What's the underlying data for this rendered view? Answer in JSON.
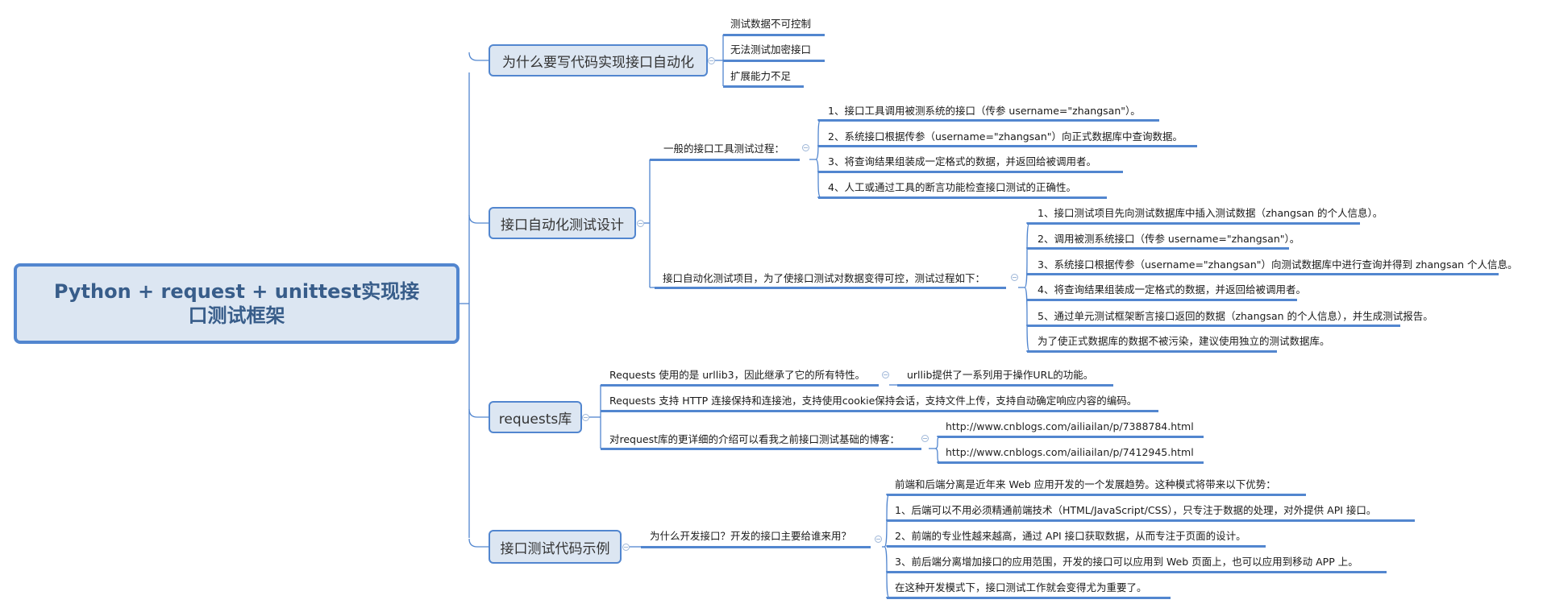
{
  "root": {
    "title": "Python + request + unittest实现接口测试框架"
  },
  "colors": {
    "line": "#5286cf",
    "topic_fill": "#dce6f2",
    "root_text": "#385d8a"
  },
  "branches": [
    {
      "label": "为什么要写代码实现接口自动化",
      "children": [
        {
          "label": "测试数据不可控制"
        },
        {
          "label": "无法测试加密接口"
        },
        {
          "label": "扩展能力不足"
        }
      ]
    },
    {
      "label": "接口自动化测试设计",
      "children": [
        {
          "label": "一般的接口工具测试过程：",
          "children": [
            {
              "label": "1、接口工具调用被测系统的接口（传参 username=\"zhangsan\"）。"
            },
            {
              "label": "2、系统接口根据传参（username=\"zhangsan\"）向正式数据库中查询数据。"
            },
            {
              "label": "3、将查询结果组装成一定格式的数据，并返回给被调用者。"
            },
            {
              "label": "4、人工或通过工具的断言功能检查接口测试的正确性。"
            }
          ]
        },
        {
          "label": "接口自动化测试项目，为了使接口测试对数据变得可控，测试过程如下：",
          "children": [
            {
              "label": "1、接口测试项目先向测试数据库中插入测试数据（zhangsan 的个人信息）。"
            },
            {
              "label": "2、调用被测系统接口（传参 username=\"zhangsan\"）。"
            },
            {
              "label": "3、系统接口根据传参（username=\"zhangsan\"）向测试数据库中进行查询并得到 zhangsan 个人信息。"
            },
            {
              "label": "4、将查询结果组装成一定格式的数据，并返回给被调用者。"
            },
            {
              "label": "5、通过单元测试框架断言接口返回的数据（zhangsan 的个人信息），并生成测试报告。"
            },
            {
              "label": "为了使正式数据库的数据不被污染，建议使用独立的测试数据库。"
            }
          ]
        }
      ]
    },
    {
      "label": "requests库",
      "children": [
        {
          "label": "Requests 使用的是 urllib3，因此继承了它的所有特性。",
          "children": [
            {
              "label": "urllib提供了一系列用于操作URL的功能。"
            }
          ]
        },
        {
          "label": "Requests 支持 HTTP 连接保持和连接池，支持使用cookie保持会话，支持文件上传，支持自动确定响应内容的编码。"
        },
        {
          "label": "对request库的更详细的介绍可以看我之前接口测试基础的博客：",
          "children": [
            {
              "label": "http://www.cnblogs.com/ailiailan/p/7388784.html"
            },
            {
              "label": "http://www.cnblogs.com/ailiailan/p/7412945.html"
            }
          ]
        }
      ]
    },
    {
      "label": "接口测试代码示例",
      "children": [
        {
          "label": "为什么开发接口？开发的接口主要给谁来用？",
          "children": [
            {
              "label": "前端和后端分离是近年来 Web 应用开发的一个发展趋势。这种模式将带来以下优势："
            },
            {
              "label": "1、后端可以不用必须精通前端技术（HTML/JavaScript/CSS），只专注于数据的处理，对外提供 API 接口。"
            },
            {
              "label": "2、前端的专业性越来越高，通过 API 接口获取数据，从而专注于页面的设计。"
            },
            {
              "label": "3、前后端分离增加接口的应用范围，开发的接口可以应用到 Web 页面上，也可以应用到移动 APP 上。"
            },
            {
              "label": "在这种开发模式下，接口测试工作就会变得尤为重要了。"
            }
          ]
        }
      ]
    }
  ]
}
